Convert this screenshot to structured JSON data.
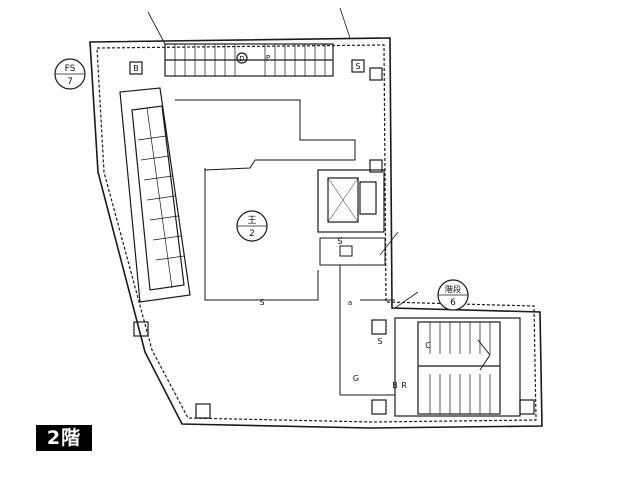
{
  "floor_label": "2階",
  "circle_tags": {
    "fs": {
      "top": "FS",
      "bottom": "7"
    },
    "center": {
      "top": "王",
      "bottom": "2"
    },
    "stair": {
      "top": "階段",
      "bottom": "6"
    }
  },
  "symbols": {
    "s": "S",
    "b": "B",
    "d": "D",
    "p": "P",
    "r": "R",
    "a": "a",
    "g": "G",
    "c": "C"
  },
  "colors": {
    "line": "#1a1a1a",
    "background": "#ffffff",
    "badge": "#000000"
  }
}
